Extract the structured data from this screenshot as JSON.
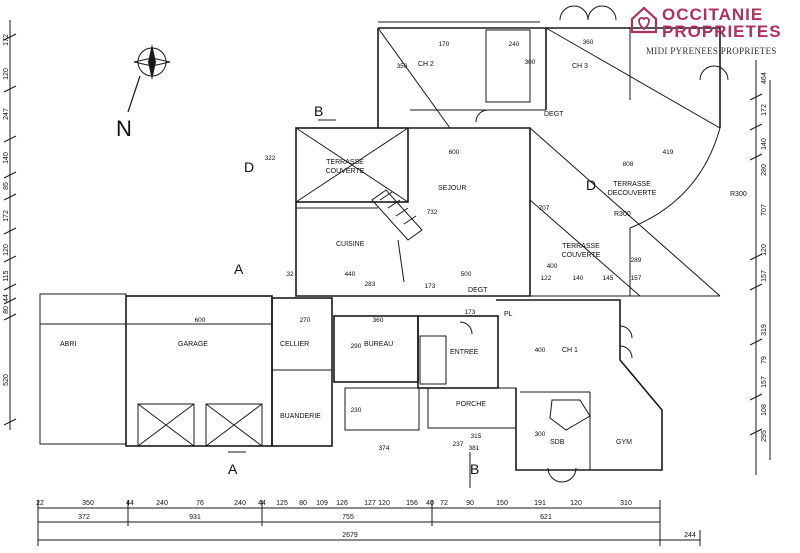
{
  "brand": {
    "line1": "OCCITANIE",
    "line2": "PROPRIETES",
    "subtitle": "MIDI PYRENEES PROPRIETES",
    "icon": "house-heart-icon",
    "color": "#b0305e"
  },
  "compass": {
    "label": "N"
  },
  "rooms": {
    "abri": "ABRI",
    "garage": "GARAGE",
    "cellier": "CELLIER",
    "buanderie": "BUANDERIE",
    "bureau": "BUREAU",
    "entree": "ENTREE",
    "porche": "PORCHE",
    "sejour": "SEJOUR",
    "cuisine": "CUISINE",
    "terrasse_couverte_1": "TERRASSE COUVERTE",
    "terrasse_decouverte": "TERRASSE DECOUVERTE",
    "terrasse_couverte_2": "TERRASSE COUVERTE",
    "ch1": "CH 1",
    "ch2": "CH 2",
    "ch3": "CH 3",
    "sdb": "SDB",
    "gym": "GYM",
    "degt_top": "DEGT",
    "degt_mid": "DEGT",
    "pl": "PL"
  },
  "section_markers": {
    "a": "A",
    "b": "B",
    "d": "D"
  },
  "radius_labels": {
    "r300_right": "R300",
    "r300_inner": "R300"
  },
  "bottom_dims": {
    "row1": [
      "22",
      "350",
      "44",
      "240",
      "76",
      "240",
      "44",
      "125",
      "80",
      "109",
      "126",
      "127",
      "120",
      "156",
      "40",
      "72",
      "90",
      "150",
      "191",
      "120",
      "310"
    ],
    "row2": [
      "372",
      "931",
      "755",
      "621"
    ],
    "row3": [
      "2679",
      "244"
    ]
  },
  "left_dims": [
    "172",
    "120",
    "247",
    "140",
    "85",
    "172",
    "120",
    "115",
    "44",
    "80",
    "520"
  ],
  "right_dims": [
    "464",
    "172",
    "140",
    "280",
    "707",
    "120",
    "157",
    "319",
    "79",
    "157",
    "108",
    "295"
  ],
  "inner_dims": [
    "350",
    "170",
    "240",
    "300",
    "360",
    "600",
    "732",
    "707",
    "400",
    "440",
    "173",
    "283",
    "500",
    "32",
    "122",
    "140",
    "145",
    "157",
    "289",
    "600",
    "270",
    "360",
    "290",
    "230",
    "374",
    "315",
    "381",
    "237",
    "400",
    "300",
    "173",
    "419",
    "808",
    "322"
  ]
}
